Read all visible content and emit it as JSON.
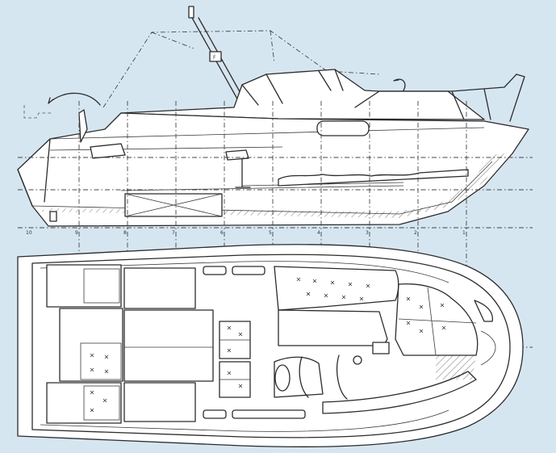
{
  "colors": {
    "background": "#d6e6f1",
    "ink": "#2b2b2b",
    "paper": "#ffffff"
  },
  "stations": [
    {
      "id": "s10",
      "label": "10"
    },
    {
      "id": "s9",
      "label": "9"
    },
    {
      "id": "s8",
      "label": "8"
    },
    {
      "id": "s7",
      "label": "7"
    },
    {
      "id": "s6",
      "label": "6"
    },
    {
      "id": "s5",
      "label": "5"
    },
    {
      "id": "s4",
      "label": "4"
    },
    {
      "id": "s3",
      "label": "3"
    },
    {
      "id": "s2",
      "label": "2"
    },
    {
      "id": "s1",
      "label": "1"
    }
  ],
  "mast_flag_label": "F",
  "cushion_rows": 5
}
